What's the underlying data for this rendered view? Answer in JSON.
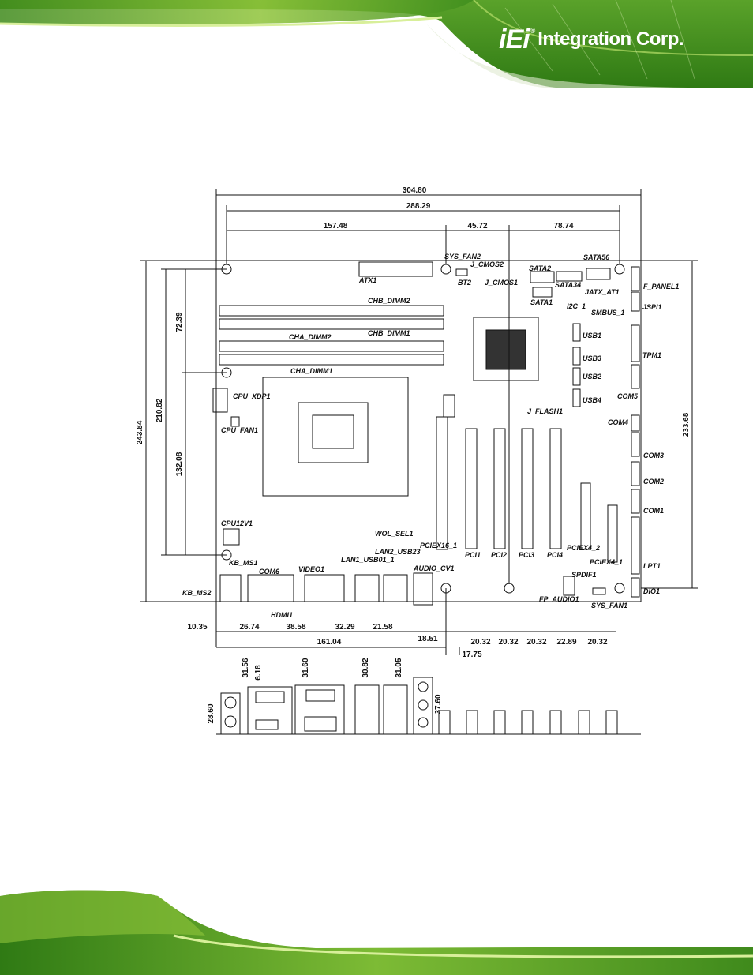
{
  "brand": {
    "logo_mark": "iEi",
    "logo_registered": "®",
    "logo_text": "Integration Corp."
  },
  "colors": {
    "header_green_dark": "#3f8a1c",
    "header_green_light": "#c8e06a",
    "board_outline": "#111111"
  },
  "diagram": {
    "dimensions": {
      "top": [
        "304.80",
        "288.29",
        "157.48",
        "45.72",
        "78.74"
      ],
      "left": [
        "243.84",
        "210.82",
        "72.39",
        "132.08"
      ],
      "right": [
        "233.68"
      ],
      "bottom_row1": [
        "10.35",
        "26.74",
        "38.58",
        "32.29",
        "21.58",
        "18.51",
        "20.32",
        "20.32",
        "20.32",
        "22.89",
        "20.32"
      ],
      "bottom_row2": [
        "161.04",
        "17.75"
      ],
      "io_heights": [
        "28.60",
        "31.56",
        "6.18",
        "31.60",
        "30.82",
        "31.05",
        "37.60"
      ]
    },
    "labels": {
      "atx1": "ATX1",
      "sys_fan2": "SYS_FAN2",
      "j_cmos2": "J_CMOS2",
      "bt2": "BT2",
      "j_cmos1": "J_CMOS1",
      "sata2": "SATA2",
      "sata34": "SATA34",
      "sata56": "SATA56",
      "sata1": "SATA1",
      "jatx_at1": "JATX_AT1",
      "f_panel1": "F_PANEL1",
      "i2c_1": "I2C_1",
      "smbus_1": "SMBUS_1",
      "jspi1": "JSPI1",
      "chb_dimm2": "CHB_DIMM2",
      "chb_dimm1": "CHB_DIMM1",
      "cha_dimm2": "CHA_DIMM2",
      "cha_dimm1": "CHA_DIMM1",
      "usb1": "USB1",
      "usb3": "USB3",
      "usb2": "USB2",
      "usb4": "USB4",
      "tpm1": "TPM1",
      "com5": "COM5",
      "cpu_xdp1": "CPU_XDP1",
      "cpu_fan1": "CPU_FAN1",
      "j_flash1": "J_FLASH1",
      "com4": "COM4",
      "com3": "COM3",
      "com2": "COM2",
      "com1": "COM1",
      "cpu12v1": "CPU12V1",
      "wol_sel1": "WOL_SEL1",
      "lan2_usb23": "LAN2_USB23",
      "lan1_usb01_1": "LAN1_USB01_1",
      "pciex16_1": "PCIEX16_1",
      "pci1": "PCI1",
      "pci2": "PCI2",
      "pci3": "PCI3",
      "pci4": "PCI4",
      "pciex4_2": "PCIEX4_2",
      "pciex4_1": "PCIEX4_1",
      "lpt1": "LPT1",
      "kb_ms1": "KB_MS1",
      "kb_ms2": "KB_MS2",
      "com6": "COM6",
      "video1": "VIDEO1",
      "audio_cv1": "AUDIO_CV1",
      "spdif1": "SPDIF1",
      "hdmi1": "HDMI1",
      "fp_audio1": "FP_AUDIO1",
      "sys_fan1": "SYS_FAN1",
      "dio1": "DIO1"
    }
  }
}
